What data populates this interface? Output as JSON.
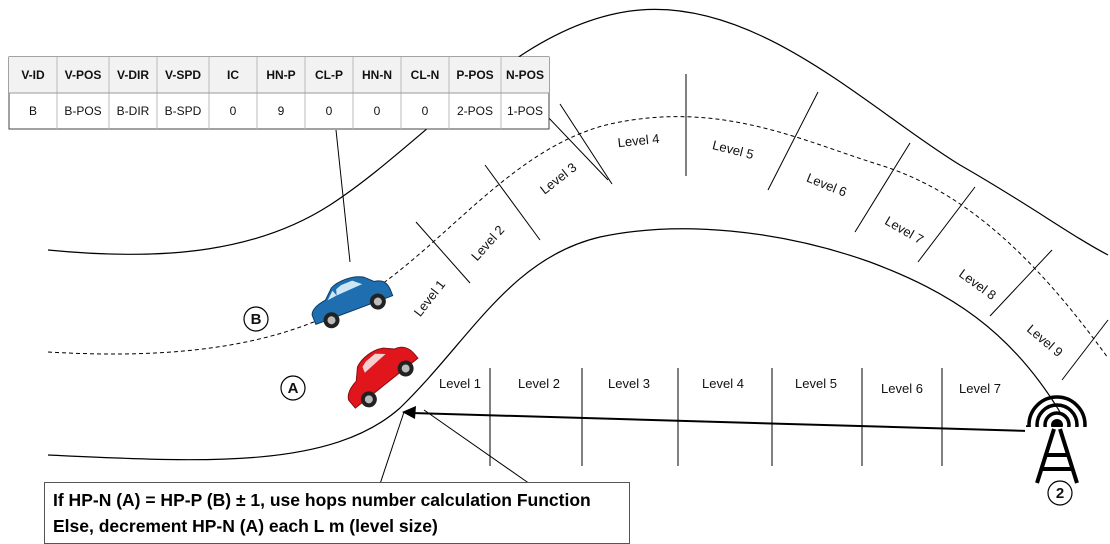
{
  "table": {
    "headers": [
      "V-ID",
      "V-POS",
      "V-DIR",
      "V-SPD",
      "IC",
      "HN-P",
      "CL-P",
      "HN-N",
      "CL-N",
      "P-POS",
      "N-POS"
    ],
    "row": [
      "B",
      "B-POS",
      "B-DIR",
      "B-SPD",
      "0",
      "9",
      "0",
      "0",
      "0",
      "2-POS",
      "1-POS"
    ]
  },
  "curved_levels": [
    "Level 1",
    "Level 2",
    "Level 3",
    "Level 4",
    "Level 5",
    "Level 6",
    "Level 7",
    "Level 8",
    "Level 9"
  ],
  "straight_levels": [
    "Level 1",
    "Level 2",
    "Level 3",
    "Level 4",
    "Level 5",
    "Level 6",
    "Level 7"
  ],
  "labels": {
    "vehicle_b": "B",
    "vehicle_a": "A",
    "tower": "2"
  },
  "condition": {
    "line1": "If HP-N (A) = HP-P (B) ± 1, use hops number calculation Function",
    "line2": "Else, decrement HP-N (A) each L m (level size)"
  },
  "colors": {
    "car_b": "#1f6fb0",
    "car_a": "#e0161c",
    "road": "#000000",
    "table_header": "#f2f2f2"
  }
}
